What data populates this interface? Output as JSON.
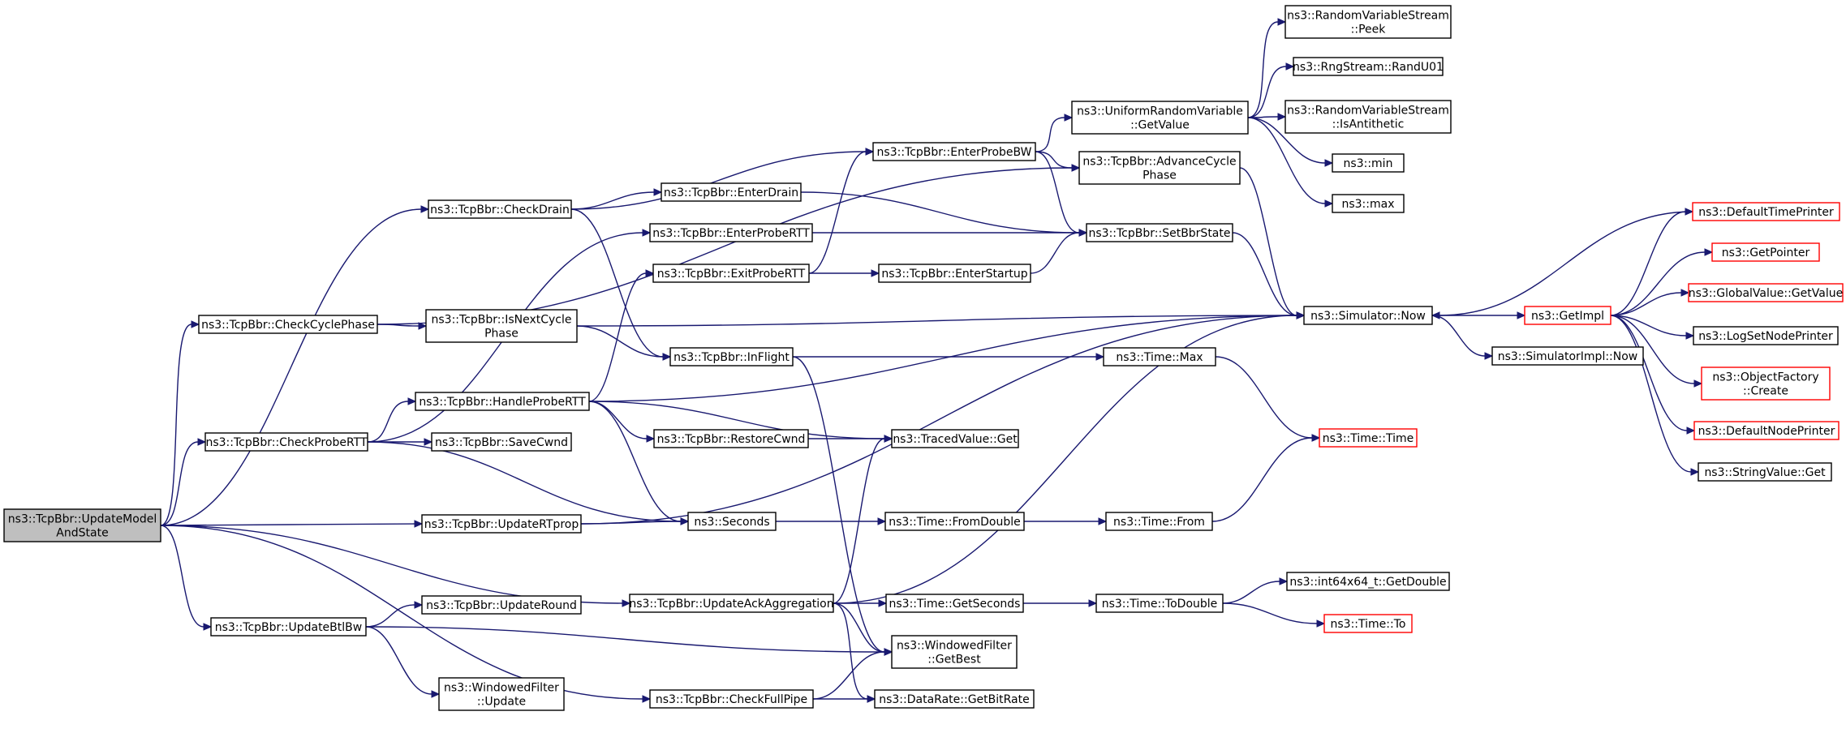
{
  "nodes": [
    {
      "id": "root",
      "lines": [
        "ns3::TcpBbr::UpdateModel",
        "AndState"
      ],
      "style": "root"
    },
    {
      "id": "checkCyclePhase",
      "lines": [
        "ns3::TcpBbr::CheckCyclePhase"
      ],
      "style": "normal"
    },
    {
      "id": "checkDrain",
      "lines": [
        "ns3::TcpBbr::CheckDrain"
      ],
      "style": "normal"
    },
    {
      "id": "checkProbeRTT",
      "lines": [
        "ns3::TcpBbr::CheckProbeRTT"
      ],
      "style": "normal"
    },
    {
      "id": "updateBtlBw",
      "lines": [
        "ns3::TcpBbr::UpdateBtlBw"
      ],
      "style": "normal"
    },
    {
      "id": "isNextCyclePhase",
      "lines": [
        "ns3::TcpBbr::IsNextCycle",
        "Phase"
      ],
      "style": "normal"
    },
    {
      "id": "handleProbeRTT",
      "lines": [
        "ns3::TcpBbr::HandleProbeRTT"
      ],
      "style": "normal"
    },
    {
      "id": "saveCwnd",
      "lines": [
        "ns3::TcpBbr::SaveCwnd"
      ],
      "style": "normal"
    },
    {
      "id": "updateRTprop",
      "lines": [
        "ns3::TcpBbr::UpdateRTprop"
      ],
      "style": "normal"
    },
    {
      "id": "updateRound",
      "lines": [
        "ns3::TcpBbr::UpdateRound"
      ],
      "style": "normal"
    },
    {
      "id": "wfUpdate",
      "lines": [
        "ns3::WindowedFilter",
        "::Update"
      ],
      "style": "normal"
    },
    {
      "id": "updateAckAgg",
      "lines": [
        "ns3::TcpBbr::UpdateAckAggregation"
      ],
      "style": "normal"
    },
    {
      "id": "checkFullPipe",
      "lines": [
        "ns3::TcpBbr::CheckFullPipe"
      ],
      "style": "normal"
    },
    {
      "id": "enterDrain",
      "lines": [
        "ns3::TcpBbr::EnterDrain"
      ],
      "style": "normal"
    },
    {
      "id": "enterProbeRTT",
      "lines": [
        "ns3::TcpBbr::EnterProbeRTT"
      ],
      "style": "normal"
    },
    {
      "id": "exitProbeRTT",
      "lines": [
        "ns3::TcpBbr::ExitProbeRTT"
      ],
      "style": "normal"
    },
    {
      "id": "inFlight",
      "lines": [
        "ns3::TcpBbr::InFlight"
      ],
      "style": "normal"
    },
    {
      "id": "restoreCwnd",
      "lines": [
        "ns3::TcpBbr::RestoreCwnd"
      ],
      "style": "normal"
    },
    {
      "id": "seconds",
      "lines": [
        "ns3::Seconds"
      ],
      "style": "normal"
    },
    {
      "id": "enterProbeBW",
      "lines": [
        "ns3::TcpBbr::EnterProbeBW"
      ],
      "style": "normal"
    },
    {
      "id": "enterStartup",
      "lines": [
        "ns3::TcpBbr::EnterStartup"
      ],
      "style": "normal"
    },
    {
      "id": "tracedGet",
      "lines": [
        "ns3::TracedValue::Get"
      ],
      "style": "normal"
    },
    {
      "id": "fromDouble",
      "lines": [
        "ns3::Time::FromDouble"
      ],
      "style": "normal"
    },
    {
      "id": "getSeconds",
      "lines": [
        "ns3::Time::GetSeconds"
      ],
      "style": "normal"
    },
    {
      "id": "wfGetBest",
      "lines": [
        "ns3::WindowedFilter",
        "::GetBest"
      ],
      "style": "normal"
    },
    {
      "id": "getBitRate",
      "lines": [
        "ns3::DataRate::GetBitRate"
      ],
      "style": "normal"
    },
    {
      "id": "urvGetValue",
      "lines": [
        "ns3::UniformRandomVariable",
        "::GetValue"
      ],
      "style": "normal"
    },
    {
      "id": "advanceCyclePhase",
      "lines": [
        "ns3::TcpBbr::AdvanceCycle",
        "Phase"
      ],
      "style": "normal"
    },
    {
      "id": "setBbrState",
      "lines": [
        "ns3::TcpBbr::SetBbrState"
      ],
      "style": "normal"
    },
    {
      "id": "timeMax",
      "lines": [
        "ns3::Time::Max"
      ],
      "style": "normal"
    },
    {
      "id": "timeFrom",
      "lines": [
        "ns3::Time::From"
      ],
      "style": "normal"
    },
    {
      "id": "toDouble",
      "lines": [
        "ns3::Time::ToDouble"
      ],
      "style": "normal"
    },
    {
      "id": "rvsPeek",
      "lines": [
        "ns3::RandomVariableStream",
        "::Peek"
      ],
      "style": "normal"
    },
    {
      "id": "randU01",
      "lines": [
        "ns3::RngStream::RandU01"
      ],
      "style": "normal"
    },
    {
      "id": "isAntithetic",
      "lines": [
        "ns3::RandomVariableStream",
        "::IsAntithetic"
      ],
      "style": "normal"
    },
    {
      "id": "min",
      "lines": [
        "ns3::min"
      ],
      "style": "normal"
    },
    {
      "id": "max",
      "lines": [
        "ns3::max"
      ],
      "style": "normal"
    },
    {
      "id": "simNow",
      "lines": [
        "ns3::Simulator::Now"
      ],
      "style": "normal"
    },
    {
      "id": "timeTime",
      "lines": [
        "ns3::Time::Time"
      ],
      "style": "red"
    },
    {
      "id": "int64GetDouble",
      "lines": [
        "ns3::int64x64_t::GetDouble"
      ],
      "style": "normal"
    },
    {
      "id": "timeTo",
      "lines": [
        "ns3::Time::To"
      ],
      "style": "red"
    },
    {
      "id": "getImpl",
      "lines": [
        "ns3::GetImpl"
      ],
      "style": "red"
    },
    {
      "id": "simImplNow",
      "lines": [
        "ns3::SimulatorImpl::Now"
      ],
      "style": "normal"
    },
    {
      "id": "defaultTimePrinter",
      "lines": [
        "ns3::DefaultTimePrinter"
      ],
      "style": "red"
    },
    {
      "id": "getPointer",
      "lines": [
        "ns3::GetPointer"
      ],
      "style": "red"
    },
    {
      "id": "globalValueGet",
      "lines": [
        "ns3::GlobalValue::GetValue"
      ],
      "style": "red"
    },
    {
      "id": "logSetNodePrinter",
      "lines": [
        "ns3::LogSetNodePrinter"
      ],
      "style": "normal"
    },
    {
      "id": "objectFactoryCreate",
      "lines": [
        "ns3::ObjectFactory",
        "::Create"
      ],
      "style": "red"
    },
    {
      "id": "defaultNodePrinter",
      "lines": [
        "ns3::DefaultNodePrinter"
      ],
      "style": "red"
    },
    {
      "id": "stringValueGet",
      "lines": [
        "ns3::StringValue::Get"
      ],
      "style": "normal"
    }
  ],
  "edges": [
    [
      "root",
      "checkCyclePhase"
    ],
    [
      "root",
      "checkDrain"
    ],
    [
      "root",
      "checkProbeRTT"
    ],
    [
      "root",
      "updateRTprop"
    ],
    [
      "root",
      "updateBtlBw"
    ],
    [
      "root",
      "updateAckAgg"
    ],
    [
      "root",
      "checkFullPipe"
    ],
    [
      "checkCyclePhase",
      "isNextCyclePhase"
    ],
    [
      "checkCyclePhase",
      "advanceCyclePhase"
    ],
    [
      "checkDrain",
      "enterDrain"
    ],
    [
      "checkDrain",
      "enterProbeBW"
    ],
    [
      "checkDrain",
      "inFlight"
    ],
    [
      "checkProbeRTT",
      "handleProbeRTT"
    ],
    [
      "checkProbeRTT",
      "saveCwnd"
    ],
    [
      "checkProbeRTT",
      "seconds"
    ],
    [
      "checkProbeRTT",
      "enterProbeRTT"
    ],
    [
      "isNextCyclePhase",
      "inFlight"
    ],
    [
      "isNextCyclePhase",
      "simNow"
    ],
    [
      "handleProbeRTT",
      "exitProbeRTT"
    ],
    [
      "handleProbeRTT",
      "restoreCwnd"
    ],
    [
      "handleProbeRTT",
      "seconds"
    ],
    [
      "handleProbeRTT",
      "simNow"
    ],
    [
      "handleProbeRTT",
      "tracedGet"
    ],
    [
      "updateRTprop",
      "seconds"
    ],
    [
      "updateRTprop",
      "simNow"
    ],
    [
      "updateBtlBw",
      "updateRound"
    ],
    [
      "updateBtlBw",
      "wfUpdate"
    ],
    [
      "updateBtlBw",
      "wfGetBest"
    ],
    [
      "updateAckAgg",
      "getSeconds"
    ],
    [
      "updateAckAgg",
      "wfGetBest"
    ],
    [
      "updateAckAgg",
      "getBitRate"
    ],
    [
      "updateAckAgg",
      "simNow"
    ],
    [
      "updateAckAgg",
      "tracedGet"
    ],
    [
      "checkFullPipe",
      "wfGetBest"
    ],
    [
      "checkFullPipe",
      "getBitRate"
    ],
    [
      "enterDrain",
      "setBbrState"
    ],
    [
      "enterProbeRTT",
      "setBbrState"
    ],
    [
      "exitProbeRTT",
      "enterProbeBW"
    ],
    [
      "exitProbeRTT",
      "enterStartup"
    ],
    [
      "inFlight",
      "timeMax"
    ],
    [
      "inFlight",
      "wfGetBest"
    ],
    [
      "restoreCwnd",
      "tracedGet"
    ],
    [
      "seconds",
      "fromDouble"
    ],
    [
      "enterProbeBW",
      "urvGetValue"
    ],
    [
      "enterProbeBW",
      "advanceCyclePhase"
    ],
    [
      "enterProbeBW",
      "setBbrState"
    ],
    [
      "enterStartup",
      "setBbrState"
    ],
    [
      "fromDouble",
      "timeFrom"
    ],
    [
      "getSeconds",
      "toDouble"
    ],
    [
      "urvGetValue",
      "rvsPeek"
    ],
    [
      "urvGetValue",
      "randU01"
    ],
    [
      "urvGetValue",
      "isAntithetic"
    ],
    [
      "urvGetValue",
      "min"
    ],
    [
      "urvGetValue",
      "max"
    ],
    [
      "advanceCyclePhase",
      "simNow"
    ],
    [
      "setBbrState",
      "simNow"
    ],
    [
      "timeMax",
      "timeTime"
    ],
    [
      "timeFrom",
      "timeTime"
    ],
    [
      "toDouble",
      "int64GetDouble"
    ],
    [
      "toDouble",
      "timeTo"
    ],
    [
      "simNow",
      "getImpl"
    ],
    [
      "simNow",
      "simImplNow"
    ],
    [
      "getImpl",
      "defaultTimePrinter"
    ],
    [
      "getImpl",
      "getPointer"
    ],
    [
      "getImpl",
      "globalValueGet"
    ],
    [
      "getImpl",
      "logSetNodePrinter"
    ],
    [
      "getImpl",
      "objectFactoryCreate"
    ],
    [
      "getImpl",
      "defaultNodePrinter"
    ],
    [
      "getImpl",
      "stringValueGet"
    ],
    [
      "defaultTimePrinter",
      "simNow"
    ]
  ]
}
